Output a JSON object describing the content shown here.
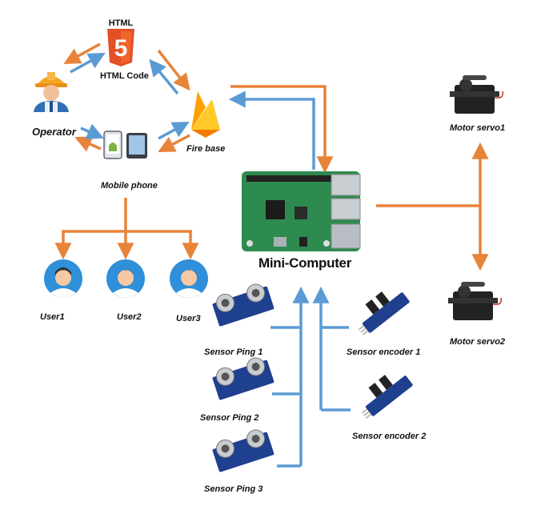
{
  "nodes": {
    "html_code": "HTML Code",
    "html_badge": "HTML",
    "html_digit": "5",
    "operator": "Operator",
    "mobile_phone": "Mobile phone",
    "fire_base": "Fire base",
    "mini_computer": "Mini-Computer",
    "motor_servo1": "Motor servo1",
    "motor_servo2": "Motor servo2",
    "user1": "User1",
    "user2": "User2",
    "user3": "User3",
    "sensor_ping1": "Sensor Ping 1",
    "sensor_ping2": "Sensor Ping 2",
    "sensor_ping3": "Sensor Ping 3",
    "sensor_encoder1": "Sensor encoder 1",
    "sensor_encoder2": "Sensor encoder 2"
  },
  "colors": {
    "orange_arrow": "#e8833a",
    "blue_arrow": "#5b9bd5",
    "html5_orange": "#e34f26",
    "firebase_yellow": "#ffca28",
    "firebase_orange": "#f57c00",
    "board_green": "#2e8b4f",
    "user_avatar": "#2f8fd8",
    "sensor_blue": "#1f3f8f",
    "servo_black": "#222222"
  },
  "icons": {
    "html": "html5-icon",
    "operator": "worker-icon",
    "phone": "android-phone-icon",
    "tablet": "tablet-icon",
    "firebase": "firebase-flame-icon",
    "board": "raspberry-pi-icon",
    "servo": "servo-motor-icon",
    "user": "user-avatar-icon",
    "ping": "ultrasonic-sensor-icon",
    "encoder": "encoder-sensor-icon"
  }
}
